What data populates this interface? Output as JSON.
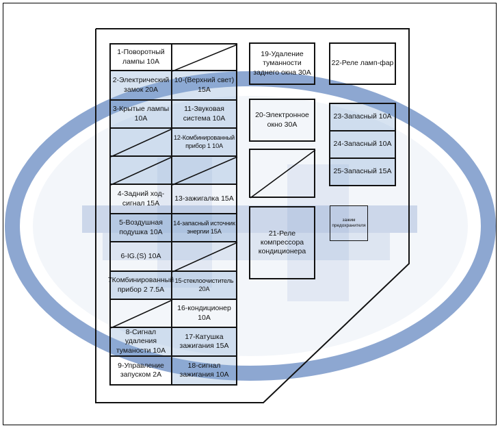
{
  "fuses": {
    "f1": "1-Поворотный лампы 10А",
    "f2": "2-Электрический замок 20А",
    "f3": "3-Крытые лампы 10А",
    "f4": "4-Задний ход-сигнал 15А",
    "f5": "5-Воздушная подушка 10А",
    "f6": "6-IG.(S)  10А",
    "f7": "7Комбинированный прибор 2 7.5А",
    "f8": "8-Сигнал удаления туманости 10А",
    "f9": "9-Управление запуском 2А",
    "f10": "10-(Верхний свет) 15А",
    "f11": "11-Звуковая система 10А",
    "f12": "12-Комбинированный прибор 1 10А",
    "f13": "13-зажигалка 15А",
    "f14": "14-запасный источник энергии 15А",
    "f15": "15-стеклоочиститель 20А",
    "f16": "16-кондиционер 10А",
    "f17": "17-Катушка зажигания 15А",
    "f18": "18-сигнал зажигания 10А",
    "f19": "19-Удаление туманности заднего окна 30А",
    "f20": "20-Электронное окно 30А",
    "f21": "21-Реле компрессора кондиционера",
    "f22": "22-Реле ламп-фар",
    "f23": "23-Запасный 10А",
    "f24": "24-Запасный 10А",
    "f25": "25-Запасный 15А",
    "clamp": "зажим предохранителя"
  },
  "colors": {
    "watermark": "#1c4fa3",
    "line": "#111111"
  }
}
